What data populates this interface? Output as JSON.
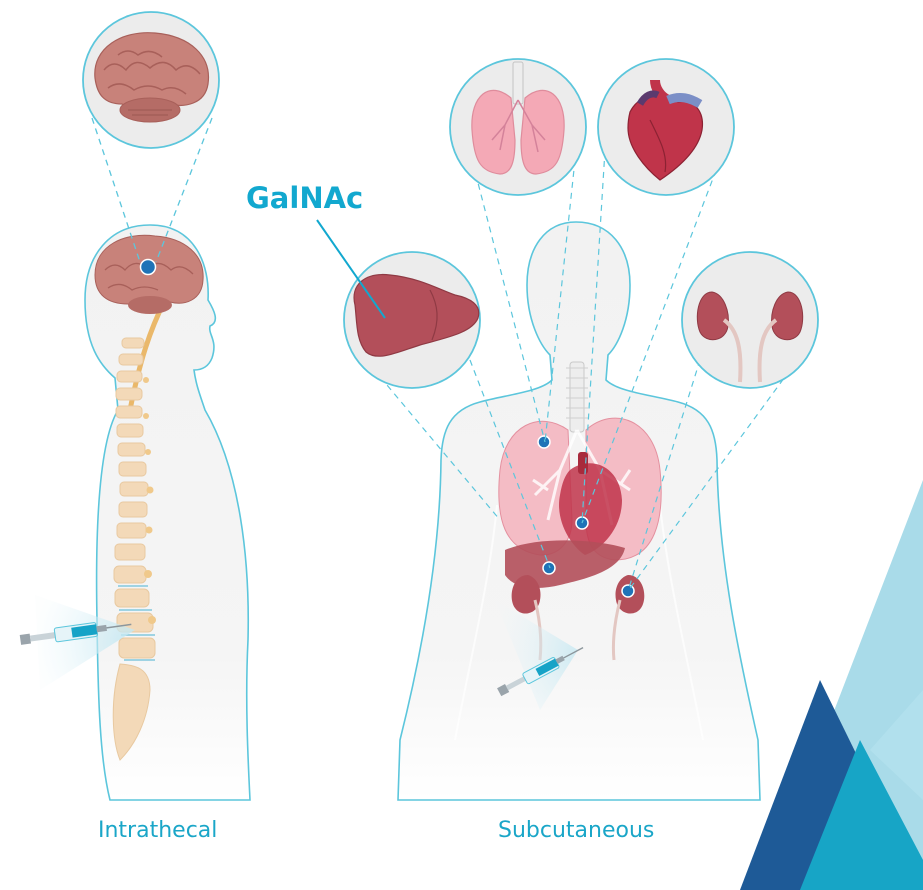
{
  "labels": {
    "galnac": "GalNAc",
    "intrathecal": "Intrathecal",
    "subcutaneous": "Subcutaneous"
  },
  "colors": {
    "accent": "#1aa6c8",
    "outline": "#5cc6dc",
    "organ_dark": "#b34f5a",
    "brain": "#c8827a",
    "lung": "#f4a9b6",
    "marker": "#1f73b7",
    "spine": "#f0c98b"
  },
  "icons": [
    "brain-icon",
    "lungs-icon",
    "heart-icon",
    "liver-icon",
    "kidneys-icon",
    "syringe-icon"
  ]
}
